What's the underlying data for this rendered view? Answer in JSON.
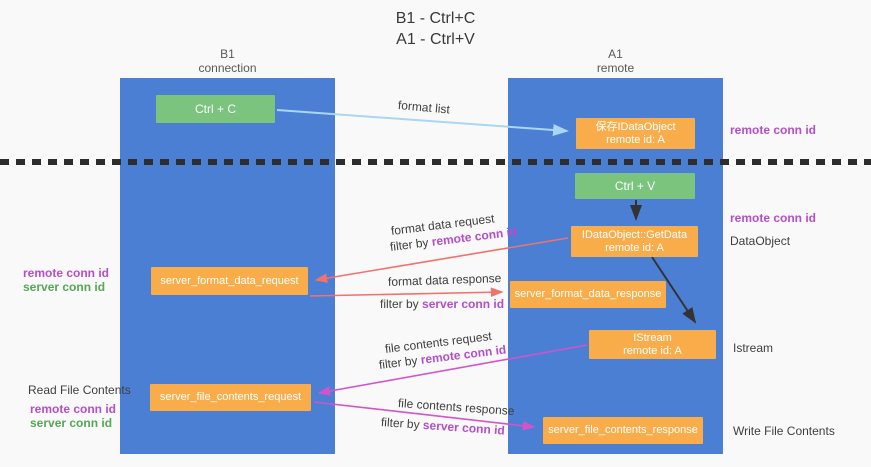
{
  "title": {
    "line1": "B1 - Ctrl+C",
    "line2": "A1 - Ctrl+V"
  },
  "columns": {
    "left": {
      "name": "B1",
      "subtitle": "connection"
    },
    "right": {
      "name": "A1",
      "subtitle": "remote"
    }
  },
  "nodes": {
    "ctrl_c": {
      "label": "Ctrl + C"
    },
    "ctrl_v": {
      "label": "Ctrl + V"
    },
    "save_dataobject": {
      "line1": "保存IDataObject",
      "line2": "remote id: A"
    },
    "getdata": {
      "line1": "IDataObject::GetData",
      "line2": "remote id: A"
    },
    "istream": {
      "line1": "IStream",
      "line2": "remote id: A"
    },
    "format_request": {
      "label": "server_format_data_request"
    },
    "format_response": {
      "label": "server_format_data_response"
    },
    "file_request": {
      "label": "server_file_contents_request"
    },
    "file_response": {
      "label": "server_file_contents_response"
    }
  },
  "arrow_labels": {
    "format_list": "format list",
    "format_data_request": "format data request",
    "format_data_response": "format data response",
    "file_contents_request": "file contents request",
    "file_contents_response": "file contents response",
    "filter_by": "filter by ",
    "remote_conn_id": "remote conn id",
    "server_conn_id": "server conn id"
  },
  "side_labels": {
    "right_remote_conn_id_top": "remote conn id",
    "right_remote_conn_id_mid": "remote conn id",
    "right_dataobject": "DataObject",
    "right_istream": "Istream",
    "right_write_file": "Write File Contents",
    "left_remote_conn_id_1": "remote conn id",
    "left_server_conn_id_1": "server conn id",
    "left_read_file": "Read File Contents",
    "left_remote_conn_id_2": "remote conn id",
    "left_server_conn_id_2": "server conn id"
  },
  "colors": {
    "column_blue": "#4a7fd3",
    "box_orange": "#f9ad4a",
    "box_green": "#7bc47d",
    "accent_purple": "#b34fc8",
    "accent_green": "#55a855",
    "arrow_lightblue": "#a9d6f3",
    "arrow_salmon": "#f0726c",
    "arrow_magenta": "#d254cc",
    "arrow_black": "#333333"
  }
}
